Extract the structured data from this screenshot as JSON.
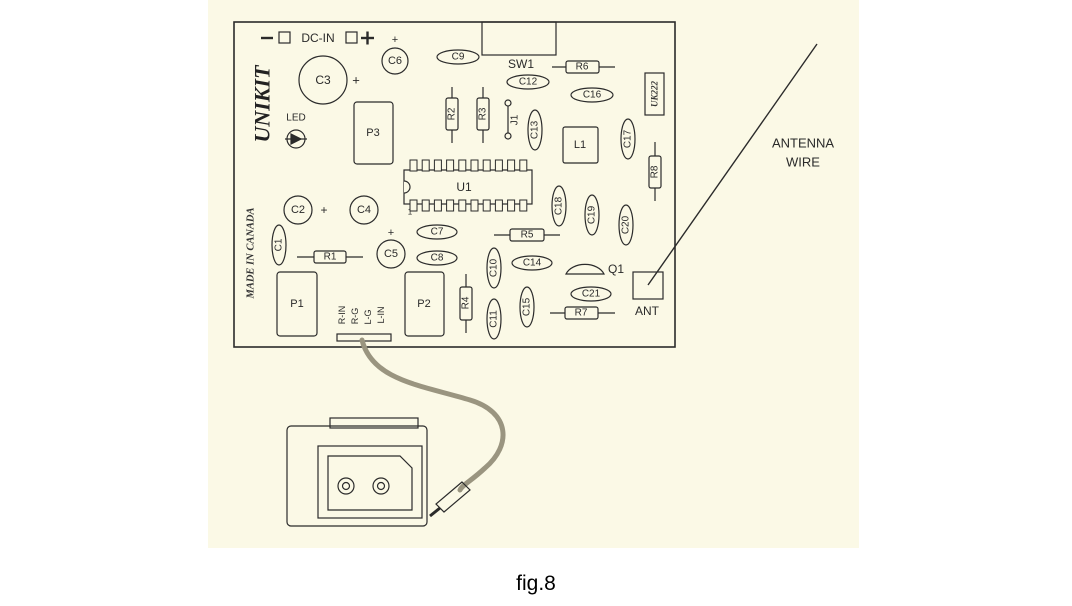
{
  "caption": "fig.8",
  "board": {
    "brand": "UNIKIT",
    "origin": "MADE IN CANADA",
    "model": "UK222",
    "dc_in": "DC-IN",
    "minus": "−",
    "plus": "+",
    "audio_pins": [
      "R-IN",
      "R-G",
      "L-G",
      "L-IN"
    ],
    "antenna_label": [
      "ANTENNA",
      "WIRE"
    ],
    "ant": "ANT"
  },
  "components": {
    "capacitors_round": [
      "C3",
      "C6",
      "C2",
      "C4",
      "C5"
    ],
    "capacitors_oval": [
      "C9",
      "C12",
      "C16",
      "C13",
      "C17",
      "C1",
      "C7",
      "C8",
      "C10",
      "C11",
      "C14",
      "C15",
      "C18",
      "C19",
      "C20",
      "C21"
    ],
    "resistors": [
      "R6",
      "R2",
      "R3",
      "R8",
      "R1",
      "R5",
      "R4",
      "R7"
    ],
    "pots": [
      "P1",
      "P2",
      "P3"
    ],
    "misc": {
      "switch": "SW1",
      "jumper": "J1",
      "coil": "L1",
      "chip": "U1",
      "pin1": "1",
      "transistor": "Q1",
      "led": "LED"
    }
  }
}
